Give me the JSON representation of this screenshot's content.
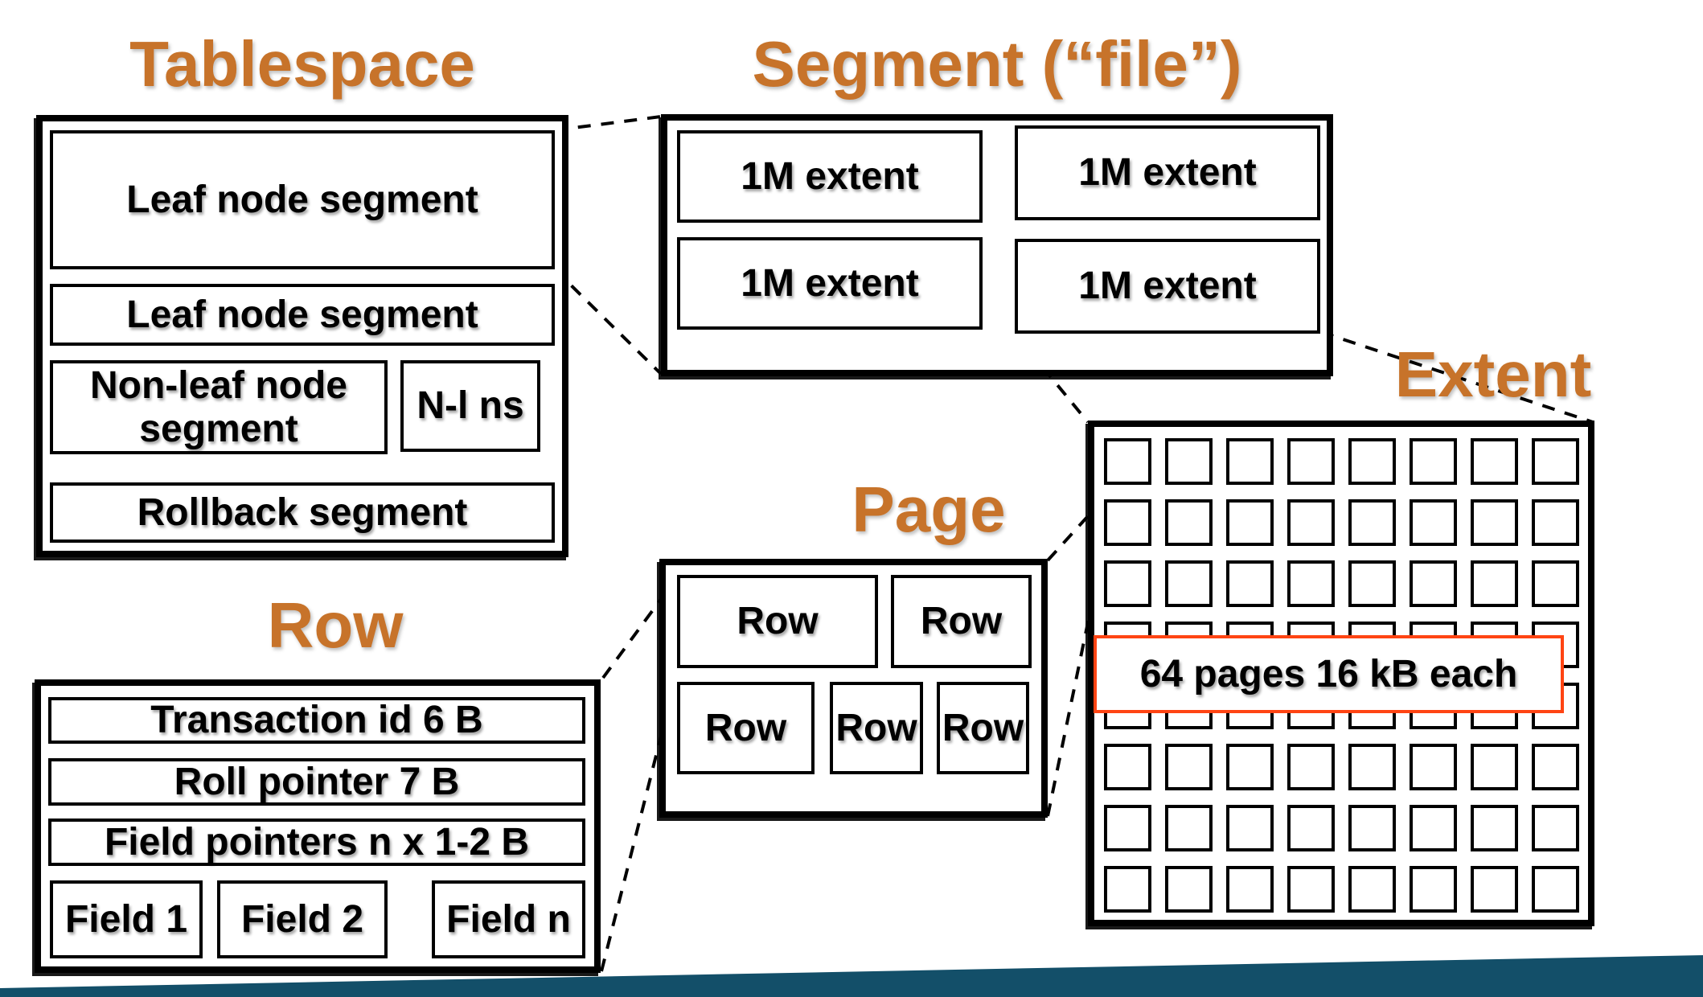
{
  "palette": {
    "orange": "#C7732A",
    "label_border": "#FF4413",
    "band": "#134F69",
    "ink": "#000000",
    "bg": "#FFFFFF"
  },
  "tablespace": {
    "title": "Tablespace",
    "boxes": {
      "leaf1": "Leaf node segment",
      "leaf2": "Leaf node segment",
      "nonleaf": "Non-leaf node segment",
      "nlns": "N-l ns",
      "rollback": "Rollback segment"
    }
  },
  "segment": {
    "title": "Segment (“file”)",
    "extents": [
      "1M extent",
      "1M extent",
      "1M extent",
      "1M extent"
    ]
  },
  "extent": {
    "title": "Extent",
    "label": "64 pages 16 kB each",
    "grid": {
      "rows": 8,
      "cols": 8
    }
  },
  "page": {
    "title": "Page",
    "rows": [
      "Row",
      "Row",
      "Row",
      "Row",
      "Row"
    ]
  },
  "row": {
    "title": "Row",
    "bars": [
      "Transaction id 6 B",
      "Roll pointer 7 B",
      "Field pointers n x 1-2 B"
    ],
    "fields": [
      "Field 1",
      "Field 2",
      "Field n"
    ]
  }
}
